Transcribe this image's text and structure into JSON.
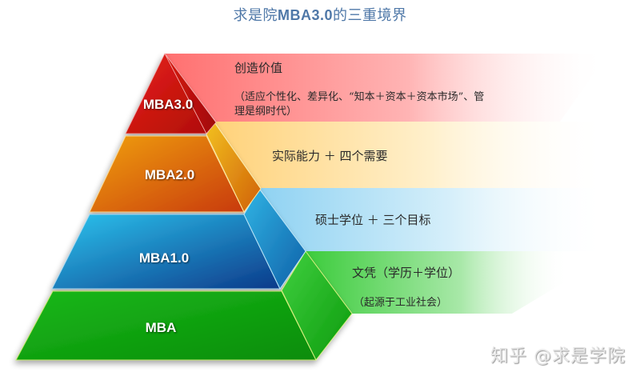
{
  "title": {
    "prefix": "求是院",
    "highlight": "MBA3.0",
    "suffix": "的三重境界"
  },
  "pyramid": {
    "layers": [
      {
        "label": "MBA3.0",
        "color": "#c8140c",
        "side_color": "#a80e08",
        "band_color": "#ff7f7f",
        "text_main": "创造价值",
        "text_sub": "（适应个性化、差异化、“知本＋资本＋资本市场”、管理是纲时代）"
      },
      {
        "label": "MBA2.0",
        "color": "#d96a08",
        "side_color": "#e8a010",
        "band_color": "#ffd97a",
        "text_main": "实际能力 ＋ 四个需要"
      },
      {
        "label": "MBA1.0",
        "color": "#1577c0",
        "side_color": "#1a8ccc",
        "band_color": "#a8dcf4",
        "text_main": "硕士学位 ＋ 三个目标"
      },
      {
        "label": "MBA",
        "color": "#12a812",
        "side_color": "#1bb81b",
        "band_color": "#5dd05d",
        "text_main": "文凭（学历＋学位）",
        "text_sub": "（起源于工业社会）"
      }
    ]
  },
  "watermark": "知乎 @求是学院"
}
